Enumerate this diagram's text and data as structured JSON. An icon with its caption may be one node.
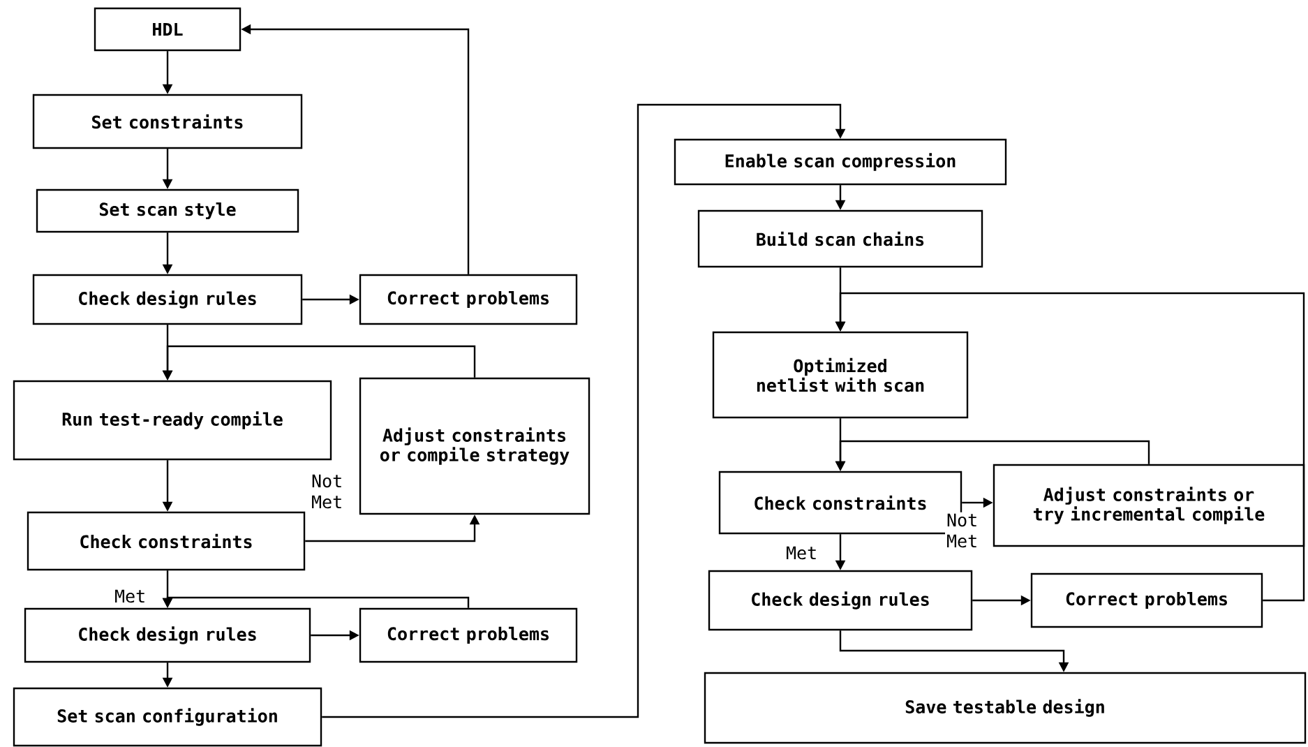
{
  "diagram": {
    "nodes": [
      {
        "text": [
          "HDL"
        ]
      },
      {
        "text": [
          "Set constraints"
        ]
      },
      {
        "text": [
          "Set scan style"
        ]
      },
      {
        "text": [
          "Check design rules"
        ]
      },
      {
        "text": [
          "Correct problems"
        ]
      },
      {
        "text": [
          "Run test-ready compile"
        ]
      },
      {
        "text": [
          "Adjust constraints or compile strategy"
        ]
      },
      {
        "text": [
          "Check constraints"
        ]
      },
      {
        "text": [
          "Check design rules"
        ]
      },
      {
        "text": [
          "Correct problems"
        ]
      },
      {
        "text": [
          "Set scan configuration"
        ]
      },
      {
        "text": [
          "Enable scan compression"
        ]
      },
      {
        "text": [
          "Build scan chains"
        ]
      },
      {
        "text": [
          "Optimized netlist with scan"
        ]
      },
      {
        "text": [
          "Check constraints"
        ]
      },
      {
        "text": [
          "Adjust constraints or try incremental compile"
        ]
      },
      {
        "text": [
          "Check design rules"
        ]
      },
      {
        "text": [
          "Correct problems"
        ]
      },
      {
        "text": [
          "Save testable design"
        ]
      }
    ],
    "edges": [
      {
        "from": 0,
        "to": 1,
        "arrow": "to"
      },
      {
        "from": 1,
        "to": 2,
        "arrow": "to"
      },
      {
        "from": 2,
        "to": 3,
        "arrow": "to"
      },
      {
        "from": 3,
        "to": 4,
        "arrow": "to"
      },
      {
        "from": 4,
        "to": 0,
        "arrow": "to"
      },
      {
        "from": 3,
        "to": 5,
        "arrow": "to"
      },
      {
        "from": 6,
        "to": 5,
        "arrow": "to"
      },
      {
        "from": 5,
        "to": 7,
        "arrow": "to"
      },
      {
        "from": 7,
        "to": 6,
        "arrow": "to",
        "label": "Not Met"
      },
      {
        "from": 7,
        "to": 8,
        "arrow": "to",
        "label": "Met"
      },
      {
        "from": 8,
        "to": 9,
        "arrow": "to"
      },
      {
        "from": 9,
        "to": 8,
        "arrow": "to"
      },
      {
        "from": 8,
        "to": 10,
        "arrow": "to"
      },
      {
        "from": 10,
        "to": 11,
        "arrow": "to"
      },
      {
        "from": 11,
        "to": 12,
        "arrow": "to"
      },
      {
        "from": 12,
        "to": 13,
        "arrow": "to"
      },
      {
        "from": 17,
        "to": 13,
        "arrow": "to"
      },
      {
        "from": 13,
        "to": 14,
        "arrow": "to"
      },
      {
        "from": 15,
        "to": 14,
        "arrow": "to"
      },
      {
        "from": 14,
        "to": 15,
        "arrow": "to",
        "label": "Not Met"
      },
      {
        "from": 14,
        "to": 16,
        "arrow": "to",
        "label": "Met"
      },
      {
        "from": 16,
        "to": 17,
        "arrow": "to"
      },
      {
        "from": 16,
        "to": 18,
        "arrow": "to"
      }
    ]
  }
}
